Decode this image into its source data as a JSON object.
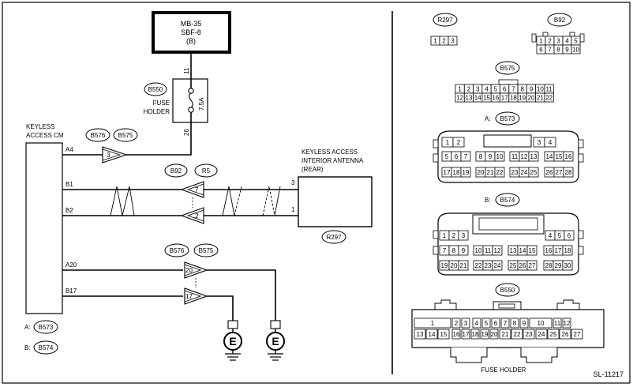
{
  "diagram_id": "SL-11217",
  "sbf_box": {
    "line1": "MB-35",
    "line2": "SBF-8",
    "line3": "(B)"
  },
  "fuse": {
    "top_pin": "11",
    "bottom_pin": "26",
    "rating": "7.5A",
    "label_line1": "FUSE",
    "label_line2": "HOLDER",
    "connector": "B550"
  },
  "cm": {
    "label_line1": "KEYLESS",
    "label_line2": "ACCESS CM",
    "pins": {
      "a4": "A4",
      "b1": "B1",
      "b2": "B2",
      "a20": "A20",
      "b17": "B17"
    }
  },
  "antenna": {
    "line1": "KEYLESS ACCESS",
    "line2": "INTERIOR ANTENNA",
    "line3": "(REAR)",
    "pin_top": "3",
    "pin_bottom": "1",
    "connector": "R297"
  },
  "connectors": {
    "top": [
      "B576",
      "B575"
    ],
    "mid": [
      "B92",
      "R5"
    ],
    "low": [
      "B576",
      "B575"
    ]
  },
  "terminals": {
    "t3": "3",
    "t7": "7",
    "t2": "2",
    "t20": "20",
    "t17": "17"
  },
  "ground_label": "E",
  "legend": {
    "a_prefix": "A:",
    "a_conn": "B573",
    "b_prefix": "B:",
    "b_conn": "B574"
  },
  "right": {
    "r297": {
      "name": "R297",
      "pins": [
        "1",
        "2",
        "3"
      ]
    },
    "b92": {
      "name": "B92",
      "row1": [
        "1",
        "2",
        "3",
        "4",
        "5"
      ],
      "row2": [
        "6",
        "7",
        "8",
        "9",
        "10"
      ]
    },
    "b575": {
      "name": "B575",
      "row1": [
        "1",
        "2",
        "3",
        "4",
        "5",
        "6",
        "7",
        "8",
        "9",
        "10",
        "11"
      ],
      "row2": [
        "12",
        "13",
        "14",
        "15",
        "16",
        "17",
        "18",
        "19",
        "20",
        "21",
        "22"
      ]
    },
    "b573": {
      "prefix": "A:",
      "name": "B573",
      "row1": [
        [
          "1",
          "2"
        ],
        [
          "3",
          "4"
        ]
      ],
      "row2": [
        [
          "5",
          "6",
          "7"
        ],
        [
          "8",
          "9",
          "10"
        ],
        [
          "11",
          "12",
          "13"
        ],
        [
          "14",
          "15",
          "16"
        ]
      ],
      "row3": [
        [
          "17",
          "18",
          "19"
        ],
        [
          "20",
          "21",
          "22"
        ],
        [
          "23",
          "24",
          "25"
        ],
        [
          "26",
          "27",
          "28"
        ]
      ]
    },
    "b574": {
      "prefix": "B:",
      "name": "B574",
      "row1": [
        [
          "1",
          "2",
          "3"
        ],
        [
          "4",
          "5",
          "6"
        ]
      ],
      "row2": [
        [
          "7",
          "8",
          "9"
        ],
        [
          "10",
          "11",
          "12"
        ],
        [
          "13",
          "14",
          "15"
        ],
        [
          "16",
          "17",
          "18"
        ]
      ],
      "row3": [
        [
          "19",
          "20",
          "21"
        ],
        [
          "22",
          "23",
          "24"
        ],
        [
          "25",
          "26",
          "27"
        ],
        [
          "28",
          "29",
          "30"
        ]
      ]
    },
    "b550": {
      "name": "B550",
      "row1": [
        "1",
        "2",
        "3",
        "4",
        "5",
        "6",
        "7",
        "8",
        "9",
        "10",
        "11",
        "12"
      ],
      "row2": [
        "13",
        "14",
        "15",
        "16",
        "17",
        "18",
        "19",
        "20",
        "21",
        "22",
        "23",
        "24",
        "25",
        "26",
        "27"
      ],
      "caption": "FUSE HOLDER"
    }
  }
}
